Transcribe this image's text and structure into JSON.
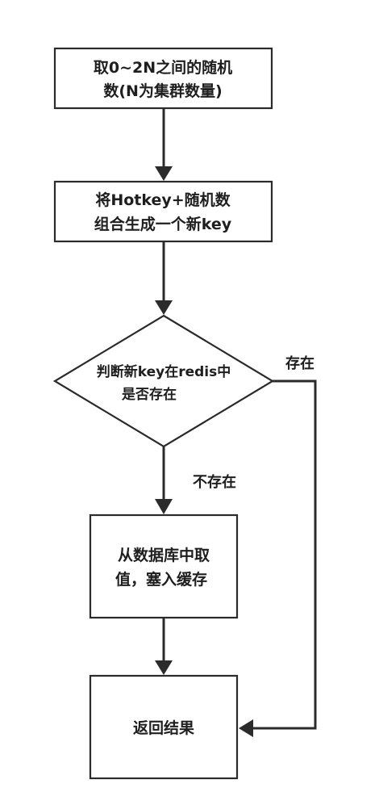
{
  "nodes": {
    "random_number": {
      "line1": "取0~2N之间的随机",
      "line2": "数(N为集群数量)"
    },
    "combine_key": {
      "line1": "将Hotkey+随机数",
      "line2": "组合生成一个新key"
    },
    "check_exists": {
      "line1": "判断新key在redis中",
      "line2": "是否存在"
    },
    "fetch_db": {
      "line1": "从数据库中取",
      "line2": "值，塞入缓存"
    },
    "return_result": {
      "label": "返回结果"
    }
  },
  "edges": {
    "exists_label": "存在",
    "not_exists_label": "不存在"
  }
}
